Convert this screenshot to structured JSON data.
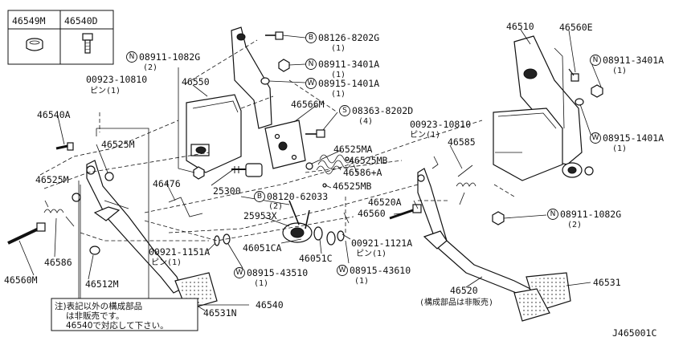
{
  "legend": {
    "left_part": "46549M",
    "right_part": "46540D"
  },
  "labels": {
    "p46510": "46510",
    "p46560E": "46560E",
    "n08911_3401A_r_code": "08911-3401A",
    "n08911_3401A_r_qty": "(1)",
    "w08915_1401A_r_code": "08915-1401A",
    "w08915_1401A_r_qty": "(1)",
    "b08126_code": "08126-8202G",
    "b08126_qty": "(1)",
    "n08911_1082G_l_code": "08911-1082G",
    "n08911_1082G_l_qty": "(2)",
    "n08911_3401A_c_code": "08911-3401A",
    "n08911_3401A_c_qty": "(1)",
    "w08915_1401A_c_code": "08915-1401A",
    "w08915_1401A_c_qty": "(1)",
    "pin_00923_l_code": "00923-10810",
    "pin_00923_l_qty": "ピン(1)",
    "p46550": "46550",
    "p46566M": "46566M",
    "s08363_code": "08363-8202D",
    "s08363_qty": "(4)",
    "p46540A": "46540A",
    "p46525M_top": "46525M",
    "p46525MA": "46525MA",
    "p46525MB_a": "46525MB",
    "p46586A": "46586+A",
    "p46525MB_b": "46525MB",
    "pin_00923_r_code": "00923-10810",
    "pin_00923_r_qty": "ピン(1)",
    "p46585": "46585",
    "p46525M_left": "46525M",
    "p46476": "46476",
    "p25300": "25300",
    "b08120_code": "08120-62033",
    "b08120_qty": "(2)",
    "p25953X": "25953X",
    "p46520A": "46520A",
    "p46560": "46560",
    "n08911_1082G_r_code": "08911-1082G",
    "n08911_1082G_r_qty": "(2)",
    "p46586": "46586",
    "p46560M": "46560M",
    "p46512M": "46512M",
    "pin_00921_1151A_code": "00921-1151A",
    "pin_00921_1151A_qty": "ピン(1)",
    "p46051CA": "46051CA",
    "p46051C": "46051C",
    "pin_00921_1121A_code": "00921-1121A",
    "pin_00921_1121A_qty": "ピン(1)",
    "w08915_43510_code": "08915-43510",
    "w08915_43510_qty": "(1)",
    "w08915_43610_code": "08915-43610",
    "w08915_43610_qty": "(1)",
    "p46520": "46520",
    "p46520_note": "(構成部品は非販売)",
    "p46531": "46531",
    "p46531N": "46531N",
    "p46540": "46540"
  },
  "symbols": {
    "nut": "N",
    "washer": "W",
    "bolt": "B",
    "screw": "S"
  },
  "note": {
    "line1": "注)表記以外の構成部品",
    "line2": "は非販売です。",
    "line3": "46540で対応して下さい。"
  },
  "drawing_id": "J465001C"
}
